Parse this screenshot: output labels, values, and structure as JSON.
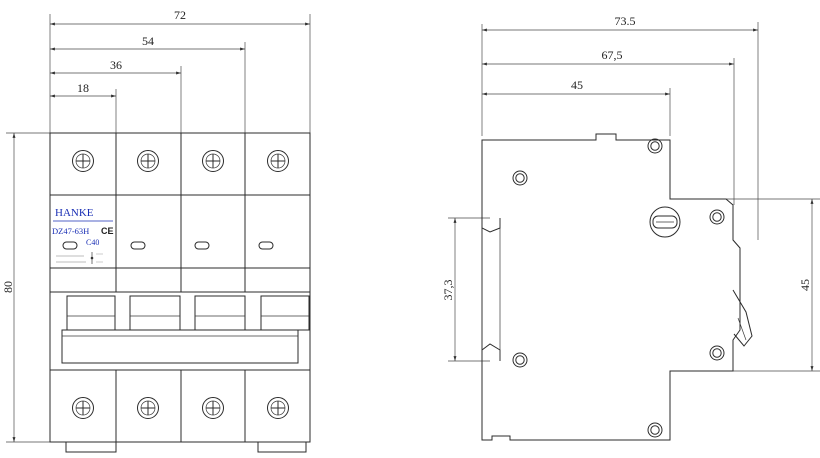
{
  "front_view": {
    "dimensions": {
      "total_width": "72",
      "three_poles": "54",
      "two_poles": "36",
      "one_pole": "18",
      "height": "80"
    },
    "label": {
      "brand": "HANKE",
      "model": "DZ47-63H",
      "mark": "CE",
      "rating": "C40"
    }
  },
  "side_view": {
    "dimensions": {
      "total_depth": "73.5",
      "depth_to_toggle": "67,5",
      "depth_to_front_face": "45",
      "din_rail_height": "37,3",
      "front_face_height": "45"
    }
  },
  "colors": {
    "line": "#2b2b2b",
    "label_text": "#1a2fb5"
  }
}
